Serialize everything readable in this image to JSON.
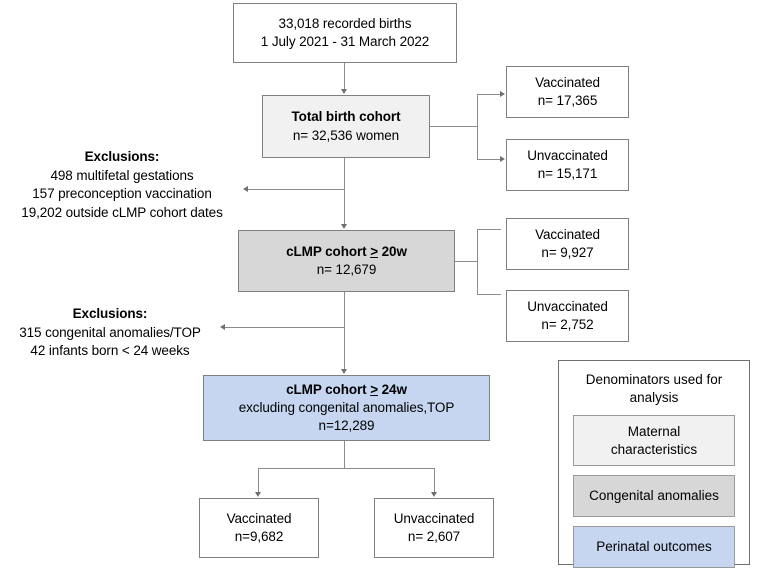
{
  "diagram": {
    "title": "Cohort derivation flow diagram",
    "colors": {
      "box_white": "#ffffff",
      "box_light_gray": "#f1f1f1",
      "box_gray": "#d7d7d7",
      "box_blue": "#c6d6f1",
      "border": "#808080",
      "connector": "#8c8c8c"
    }
  },
  "nodes": {
    "recorded_births": {
      "line1": "33,018 recorded births",
      "line2": "1 July 2021 - 31 March 2022"
    },
    "total_birth_cohort": {
      "line1": "Total birth cohort",
      "line2": "n= 32,536 women"
    },
    "tier1_vaccinated": {
      "line1": "Vaccinated",
      "line2": "n= 17,365"
    },
    "tier1_unvaccinated": {
      "line1": "Unvaccinated",
      "line2": "n= 15,171"
    },
    "clmp_20w": {
      "line1_pre": "cLMP cohort ",
      "line1_sym": ">",
      "line1_post": " 20w",
      "line2": "n= 12,679"
    },
    "tier2_vaccinated": {
      "line1": "Vaccinated",
      "line2": "n= 9,927"
    },
    "tier2_unvaccinated": {
      "line1": "Unvaccinated",
      "line2": "n= 2,752"
    },
    "clmp_24w": {
      "line1_pre": "cLMP cohort ",
      "line1_sym": ">",
      "line1_post": " 24w",
      "line2": "excluding congenital anomalies,TOP",
      "line3": "n=12,289"
    },
    "tier3_vaccinated": {
      "line1": "Vaccinated",
      "line2": "n=9,682"
    },
    "tier3_unvaccinated": {
      "line1": "Unvaccinated",
      "line2": "n= 2,607"
    }
  },
  "exclusions_1": {
    "header": "Exclusions:",
    "items": [
      "498 multifetal gestations",
      "157 preconception vaccination",
      "19,202 outside cLMP cohort dates"
    ]
  },
  "exclusions_2": {
    "header": "Exclusions:",
    "items": [
      "315 congenital anomalies/TOP",
      "42 infants born < 24 weeks"
    ]
  },
  "legend": {
    "title_line1": "Denominators used for",
    "title_line2": "analysis",
    "items": [
      {
        "label_line1": "Maternal",
        "label_line2": "characteristics",
        "color": "#f1f1f1"
      },
      {
        "label_line1": "Congenital anomalies",
        "label_line2": "",
        "color": "#d7d7d7"
      },
      {
        "label_line1": "Perinatal outcomes",
        "label_line2": "",
        "color": "#c6d6f1"
      }
    ]
  }
}
